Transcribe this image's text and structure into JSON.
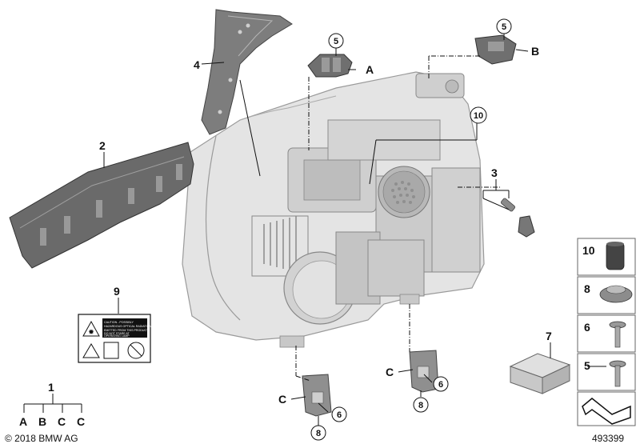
{
  "callouts": {
    "c1": "1",
    "c2": "2",
    "c3": "3",
    "c4": "4",
    "c5a": "5",
    "c5b": "5",
    "c6a": "6",
    "c6b": "6",
    "c7": "7",
    "c8a": "8",
    "c8b": "8",
    "c9": "9",
    "c10": "10"
  },
  "letters": {
    "a_label": "A",
    "b_label": "B",
    "c_label_1": "C",
    "c_label_2": "C",
    "tree_a": "A",
    "tree_b": "B",
    "tree_c1": "C",
    "tree_c2": "C"
  },
  "side_panel": {
    "p10": "10",
    "p8": "8",
    "p6": "6",
    "p5": "5"
  },
  "copyright": "© 2018 BMW AG",
  "doc_number": "493399",
  "label_card": {
    "lines": [
      "CAUTION - POSSIBLY",
      "HAZARDOUS OPTICAL RADIATION",
      "EMITTED FROM THIS PRODUCT",
      "DO NOT STARE AT",
      "OPERATING LAMP"
    ]
  },
  "colors": {
    "part_fill": "#d9d9d9",
    "part_dark": "#8a8a8a",
    "line": "#111111"
  }
}
